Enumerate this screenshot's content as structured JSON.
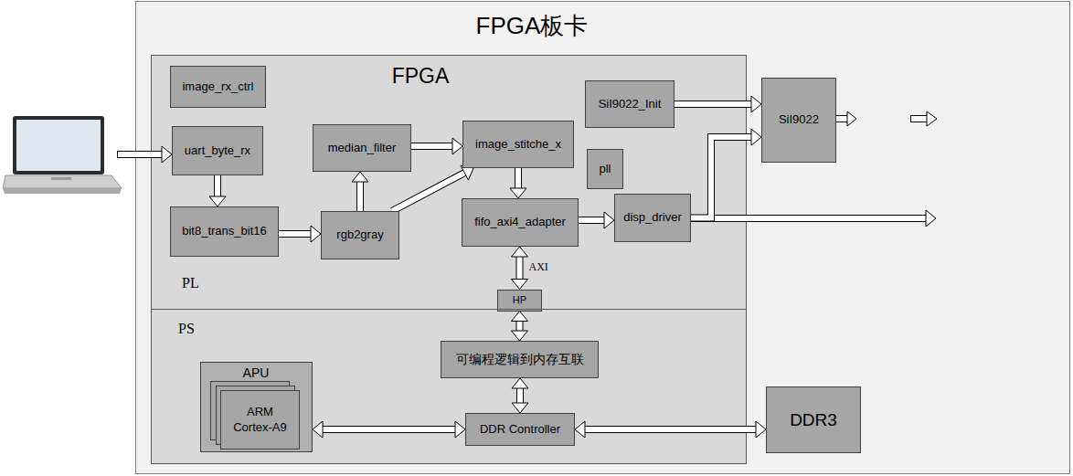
{
  "diagram": {
    "nodes": [
      {
        "text": [
          "FPGA板卡"
        ]
      },
      {
        "text": [
          "FPGA"
        ],
        "in": 0
      },
      {
        "text": [
          "PL"
        ],
        "in": 1
      },
      {
        "text": [
          "image_rx_ctrl"
        ],
        "in": 2
      },
      {
        "text": [
          "SiI9022_Init"
        ],
        "in": 2
      },
      {
        "text": [
          "uart_byte_rx"
        ],
        "in": 2
      },
      {
        "text": [
          "median_filter"
        ],
        "in": 2
      },
      {
        "text": [
          "image_stitche_x"
        ],
        "in": 2
      },
      {
        "text": [
          "pll"
        ],
        "in": 2
      },
      {
        "text": [
          "bit8_trans_bit16"
        ],
        "in": 2
      },
      {
        "text": [
          "rgb2gray"
        ],
        "in": 2
      },
      {
        "text": [
          "fifo_axi4_adapter"
        ],
        "in": 2
      },
      {
        "text": [
          "disp_driver"
        ],
        "in": 2
      },
      {
        "text": [
          "HP"
        ],
        "in": 2
      },
      {
        "text": [
          "PS"
        ],
        "in": 1
      },
      {
        "text": [
          "可编程逻辑到内存互联"
        ],
        "in": 14
      },
      {
        "text": [
          "APU"
        ],
        "in": 14
      },
      {
        "text": [
          "ARM Cortex-A9"
        ],
        "in": 16
      },
      {
        "text": [
          "DDR Controller"
        ],
        "in": 14
      },
      {
        "text": [
          "SiI9022"
        ],
        "in": 0
      },
      {
        "text": [
          "DDR3"
        ],
        "in": 0
      }
    ],
    "edges": [
      {
        "from": 5,
        "to": 9,
        "arrow": "to"
      },
      {
        "from": 9,
        "to": 10,
        "arrow": "to"
      },
      {
        "from": 10,
        "to": 6,
        "arrow": "to"
      },
      {
        "from": 6,
        "to": 7,
        "arrow": "to"
      },
      {
        "from": 10,
        "to": 7,
        "arrow": "to"
      },
      {
        "from": 7,
        "to": 11,
        "arrow": "to"
      },
      {
        "from": 11,
        "to": 12,
        "arrow": "to"
      },
      {
        "from": 11,
        "to": 13,
        "label": "AXI",
        "arrow": "both"
      },
      {
        "from": 13,
        "to": 15,
        "arrow": "both"
      },
      {
        "from": 15,
        "to": 18,
        "arrow": "both"
      },
      {
        "from": 16,
        "to": 18,
        "arrow": "both"
      },
      {
        "from": 18,
        "to": 20,
        "arrow": "both"
      },
      {
        "from": 4,
        "to": 19,
        "arrow": "to"
      },
      {
        "from": 12,
        "to": 19,
        "arrow": "to"
      }
    ]
  }
}
